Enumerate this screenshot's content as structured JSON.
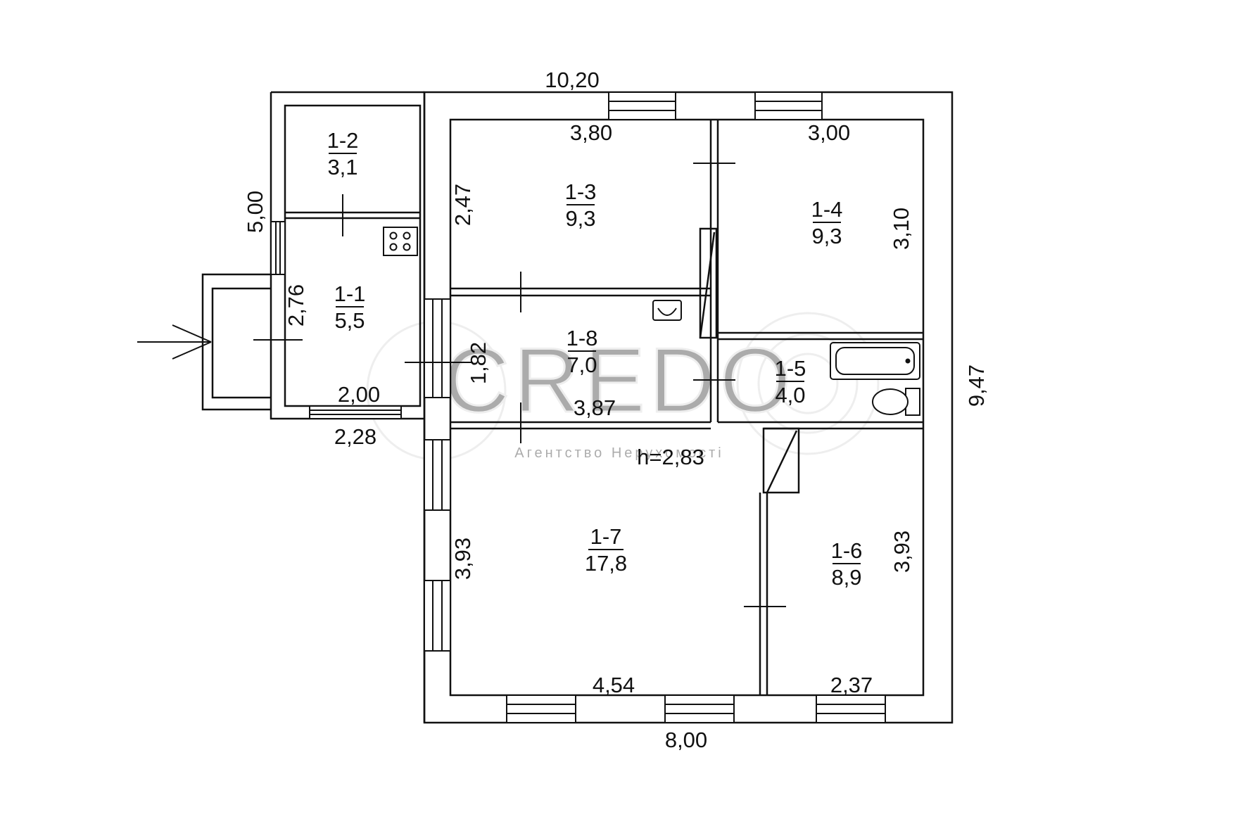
{
  "plan": {
    "height_label": "h=2,83",
    "rooms": [
      {
        "id": "1-1",
        "area": "5,5"
      },
      {
        "id": "1-2",
        "area": "3,1"
      },
      {
        "id": "1-3",
        "area": "9,3"
      },
      {
        "id": "1-4",
        "area": "9,3"
      },
      {
        "id": "1-5",
        "area": "4,0"
      },
      {
        "id": "1-6",
        "area": "8,9"
      },
      {
        "id": "1-7",
        "area": "17,8"
      },
      {
        "id": "1-8",
        "area": "7,0"
      }
    ],
    "dimensions": {
      "overall_top": "10,20",
      "overall_right": "9,47",
      "overall_bottom": "8,00",
      "annex_left": "5,00",
      "annex_bottom": "2,28",
      "room_1_1_height": "2,76",
      "room_1_1_width": "2,00",
      "room_1_3_width": "3,80",
      "room_1_3_height": "2,47",
      "room_1_4_width": "3,00",
      "room_1_4_height": "3,10",
      "room_1_8_height": "1,82",
      "room_1_8_width": "3,87",
      "room_1_7_height": "3,93",
      "room_1_7_width": "4,54",
      "room_1_6_height": "3,93",
      "room_1_6_width": "2,37"
    }
  },
  "watermark": {
    "brand": "CREDO",
    "tagline": "Агентство Нерухомості"
  }
}
